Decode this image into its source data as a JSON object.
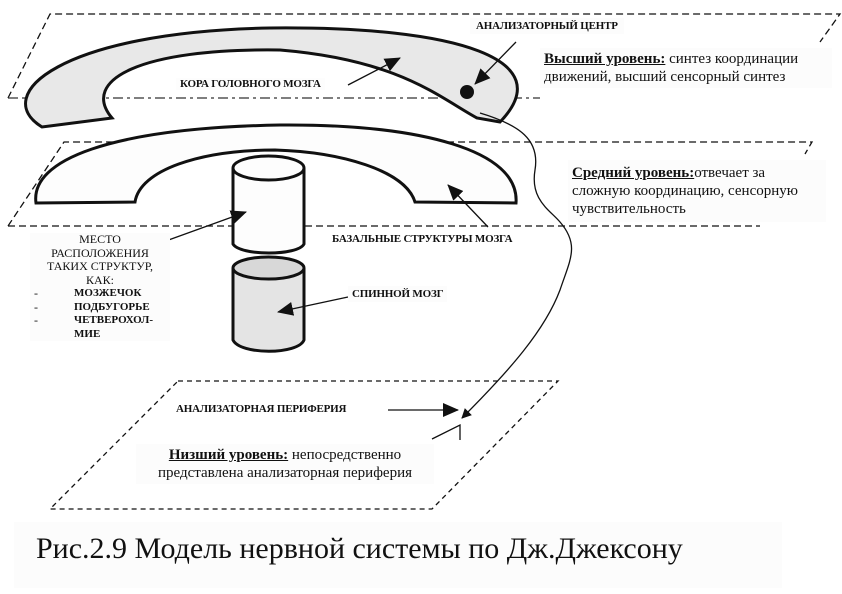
{
  "levels": {
    "high": {
      "title": "Высший уровень:",
      "text_line1": "синтез координации",
      "text_line2": "движений, высший сенсорный синтез"
    },
    "middle": {
      "title": "Средний уровень:",
      "text_line1": "отвечает за",
      "text_line2": "сложную координацию, сенсорную",
      "text_line3": "чувствительность"
    },
    "low": {
      "title": "Низший уровень:",
      "text_line1": "непосредственно",
      "text_line2": "представлена анализаторная периферия"
    }
  },
  "labels": {
    "analyzer_center": "АНАЛИЗАТОРНЫЙ ЦЕНТР",
    "cortex": "КОРА ГОЛОВНОГО МОЗГА",
    "basal": "БАЗАЛЬНЫЕ СТРУКТУРЫ МОЗГА",
    "spinal": "СПИННОЙ МОЗГ",
    "periphery": "АНАЛИЗАТОРНАЯ ПЕРИФЕРИЯ"
  },
  "location_note": {
    "line1": "МЕСТО",
    "line2": "РАСПОЛОЖЕНИЯ",
    "line3": "ТАКИХ СТРУКТУР,",
    "line4": "КАК:",
    "items": [
      {
        "bullet": "-",
        "text": "МОЗЖЕЧОК"
      },
      {
        "bullet": "-",
        "text": "ПОДБУГОРЬЕ"
      },
      {
        "bullet": "-",
        "text": "ЧЕТВЕРОХОЛ-"
      },
      {
        "bullet": "",
        "text": "МИЕ"
      }
    ]
  },
  "caption": "Рис.2.9 Модель нервной системы по Дж.Джексону",
  "colors": {
    "stroke": "#111111",
    "cortex_fill": "#e8e8e8",
    "spinal_fill": "#e4e4e4"
  }
}
